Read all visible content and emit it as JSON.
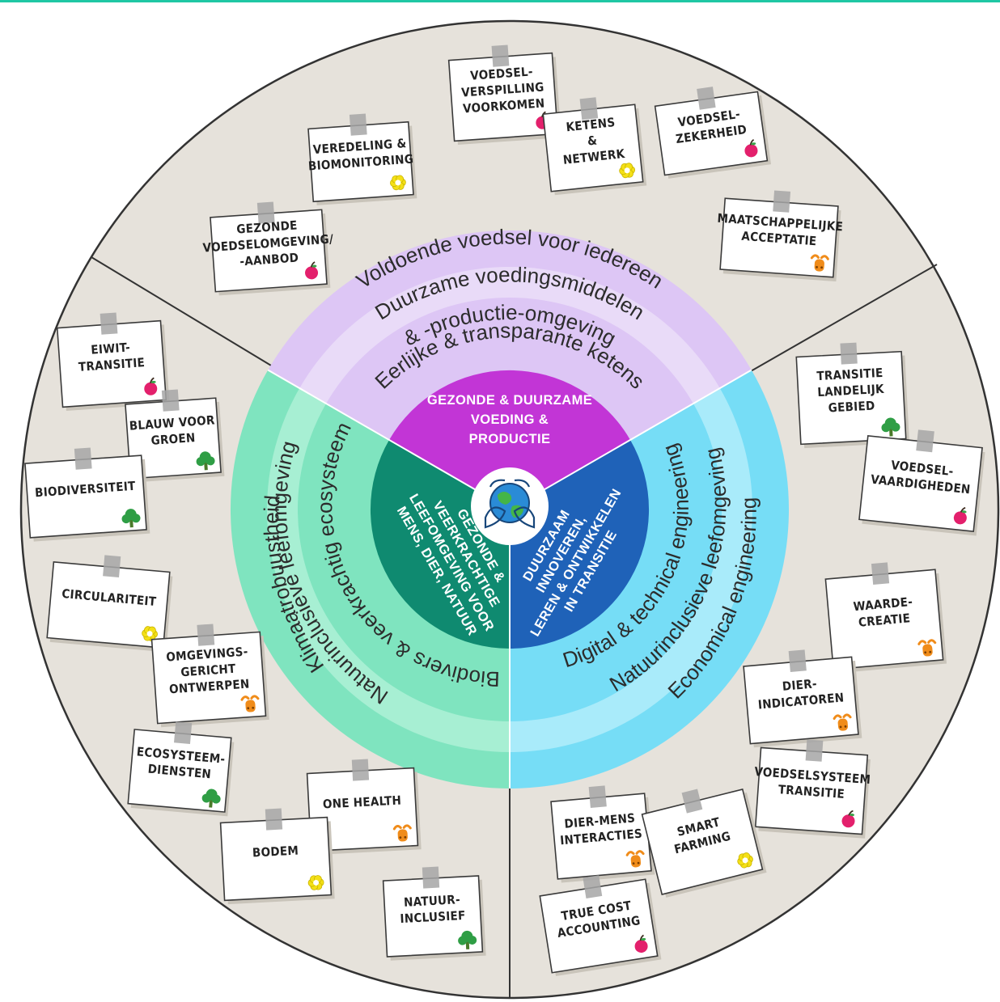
{
  "colors": {
    "outer_bg": "#e6e2db",
    "outer_border": "#333333",
    "food_ring": "#ddc6f5",
    "food_ring_inner": "#e9dbf8",
    "food_core": "#c235d6",
    "nature_ring": "#7fe4bf",
    "nature_ring_inner": "#a7efd3",
    "nature_core": "#0f8a70",
    "digital_ring": "#76ddf6",
    "digital_ring_inner": "#a9ebfa",
    "digital_core": "#1f62b8",
    "apple_icon": "#e3206c",
    "flower_icon": "#f4e017",
    "tree_icon": "#2f9e45",
    "cow_icon": "#f08c1a"
  },
  "sections": {
    "food": {
      "core_lines": [
        "GEZONDE & DUURZAME",
        "VOEDING &",
        "PRODUCTIE"
      ],
      "rings": [
        "Voldoende voedsel voor iedereen",
        "Duurzame voedingsmiddelen",
        "& -productie-omgeving",
        "Eerlijke & transparante ketens"
      ]
    },
    "nature": {
      "core_lines": [
        "GEZONDE &",
        "VEERKRACHTIGE",
        "LEEFOMGEVING VOOR",
        "MENS, DIER, NATUUR"
      ],
      "rings": [
        "Biodivers & veerkrachtig ecosysteem",
        "Natuurinclusieve leefomgeving",
        "Klimaatrobuustheid"
      ]
    },
    "digital": {
      "core_lines": [
        "DUURZAAM",
        "INNOVEREN,",
        "LEREN & ONTWIKKELEN",
        "IN TRANSITIE"
      ],
      "rings": [
        "Digital & technical engineering",
        "Natuurinclusieve leefomgeving",
        "Economical engineering"
      ]
    }
  },
  "center_icon": "globe-hands-icon",
  "notes": [
    {
      "lines": [
        "VOEDSEL-",
        "VERSPILLING",
        "VOORKOMEN"
      ],
      "icon": "apple-icon"
    },
    {
      "lines": [
        "VEREDELING &",
        "BIOMONITORING"
      ],
      "icon": "flower-icon"
    },
    {
      "lines": [
        "KETENS",
        "&",
        "NETWERK"
      ],
      "icon": "flower-icon"
    },
    {
      "lines": [
        "VOEDSEL-",
        "ZEKERHEID"
      ],
      "icon": "apple-icon"
    },
    {
      "lines": [
        "GEZONDE",
        "VOEDSELOMGEVING/",
        "-AANBOD"
      ],
      "icon": "apple-icon"
    },
    {
      "lines": [
        "MAATSCHAPPELIJKE",
        "ACCEPTATIE"
      ],
      "icon": "cow-icon"
    },
    {
      "lines": [
        "EIWIT-",
        "TRANSITIE"
      ],
      "icon": "apple-icon"
    },
    {
      "lines": [
        "BLAUW VOOR",
        "GROEN"
      ],
      "icon": "tree-icon"
    },
    {
      "lines": [
        "BIODIVERSITEIT"
      ],
      "icon": "tree-icon"
    },
    {
      "lines": [
        "CIRCULARITEIT"
      ],
      "icon": "flower-icon"
    },
    {
      "lines": [
        "OMGEVINGS-",
        "GERICHT",
        "ONTWERPEN"
      ],
      "icon": "cow-icon"
    },
    {
      "lines": [
        "ECOSYSTEEM-",
        "DIENSTEN"
      ],
      "icon": "tree-icon"
    },
    {
      "lines": [
        "ONE HEALTH"
      ],
      "icon": "cow-icon"
    },
    {
      "lines": [
        "BODEM"
      ],
      "icon": "flower-icon"
    },
    {
      "lines": [
        "NATUUR-",
        "INCLUSIEF"
      ],
      "icon": "tree-icon"
    },
    {
      "lines": [
        "TRANSITIE",
        "LANDELIJK",
        "GEBIED"
      ],
      "icon": "tree-icon"
    },
    {
      "lines": [
        "VOEDSEL-",
        "VAARDIGHEDEN"
      ],
      "icon": "apple-icon"
    },
    {
      "lines": [
        "WAARDE-",
        "CREATIE"
      ],
      "icon": "cow-icon"
    },
    {
      "lines": [
        "DIER-",
        "INDICATOREN"
      ],
      "icon": "cow-icon"
    },
    {
      "lines": [
        "VOEDSELSYSTEEM",
        "TRANSITIE"
      ],
      "icon": "apple-icon"
    },
    {
      "lines": [
        "DIER-MENS",
        "INTERACTIES"
      ],
      "icon": "cow-icon"
    },
    {
      "lines": [
        "SMART",
        "FARMING"
      ],
      "icon": "flower-icon"
    },
    {
      "lines": [
        "TRUE COST",
        "ACCOUNTING"
      ],
      "icon": "apple-icon"
    }
  ]
}
